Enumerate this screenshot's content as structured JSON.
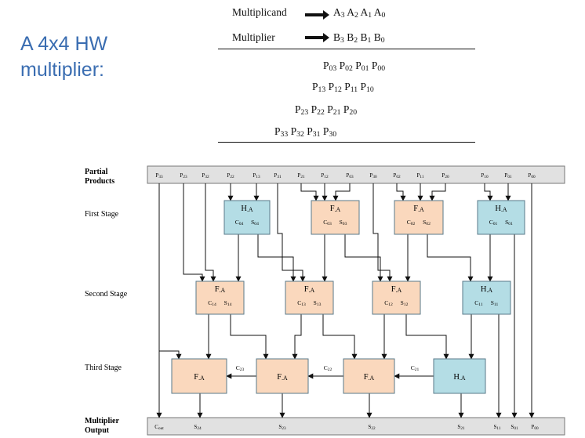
{
  "title": {
    "line1": "A 4x4 HW",
    "line2": "multiplier:"
  },
  "equation": {
    "multiplicand_label": "Multiplicand",
    "multiplicand_bits": [
      "A3",
      "A2",
      "A1",
      "A0"
    ],
    "multiplier_label": "Multiplier",
    "multiplier_bits": [
      "B3",
      "B2",
      "B1",
      "B0"
    ],
    "partial_rows": [
      [
        "P03",
        "P02",
        "P01",
        "P00"
      ],
      [
        "P13",
        "P12",
        "P11",
        "P10"
      ],
      [
        "P23",
        "P22",
        "P21",
        "P20"
      ],
      [
        "P33",
        "P32",
        "P31",
        "P30"
      ]
    ]
  },
  "diagram": {
    "colors": {
      "fa": "#fad8bd",
      "ha": "#b4dde5",
      "bar": "#e1e1e1",
      "line": "#111111"
    },
    "row_labels": {
      "partial": [
        "Partial",
        "Products"
      ],
      "first": "First Stage",
      "second": "Second Stage",
      "third": "Third Stage",
      "output": [
        "Multiplier",
        "Output"
      ]
    },
    "top_bits": [
      "P33",
      "P23",
      "P32",
      "P22",
      "P13",
      "P31",
      "P21",
      "P12",
      "P03",
      "P30",
      "P02",
      "P11",
      "P20",
      "P10",
      "P01",
      "P00"
    ],
    "first_stage": [
      {
        "title": "H.A",
        "carry": "C04",
        "sum": "S04"
      },
      {
        "title": "F.A",
        "carry": "C03",
        "sum": "S03"
      },
      {
        "title": "F.A",
        "carry": "C02",
        "sum": "S02"
      },
      {
        "title": "H.A",
        "carry": "C01",
        "sum": "S01"
      }
    ],
    "second_stage": [
      {
        "title": "F.A",
        "carry": "C14",
        "sum": "S14"
      },
      {
        "title": "F.A",
        "carry": "C13",
        "sum": "S13"
      },
      {
        "title": "F.A",
        "carry": "C12",
        "sum": "S12"
      },
      {
        "title": "H.A",
        "carry": "C11",
        "sum": "S11"
      }
    ],
    "third_stage": [
      {
        "title": "F.A"
      },
      {
        "title": "F.A"
      },
      {
        "title": "F.A"
      },
      {
        "title": "H.A"
      }
    ],
    "carry_labels": [
      "C23",
      "C22",
      "C21"
    ],
    "output_bits": [
      "Cout",
      "S24",
      "S23",
      "S22",
      "S21",
      "S11",
      "S01",
      "P00"
    ]
  }
}
